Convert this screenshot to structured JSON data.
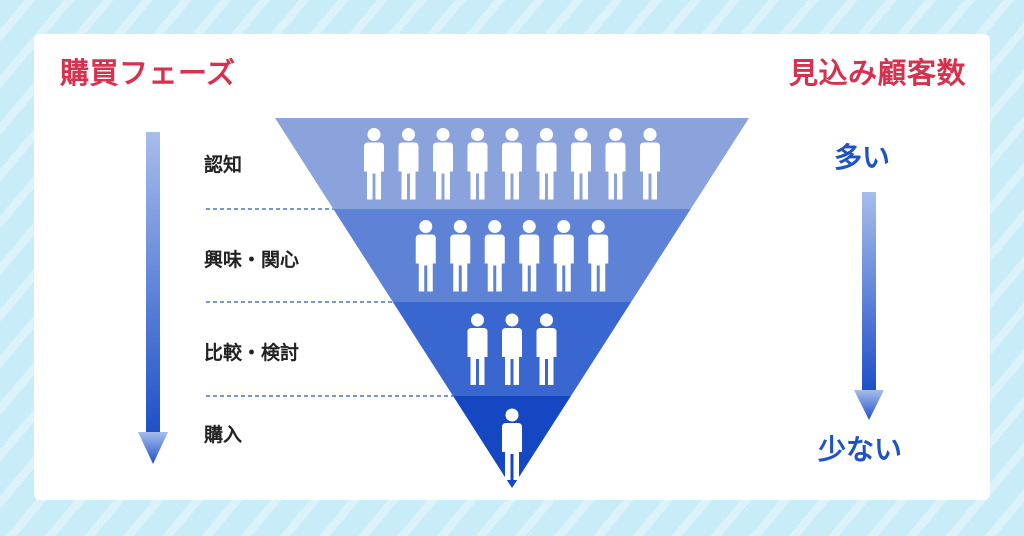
{
  "header": {
    "left_title": "購買フェーズ",
    "right_title": "見込み顧客数"
  },
  "stages": [
    {
      "label": "認知",
      "people": 9,
      "color": "#8ba3dc"
    },
    {
      "label": "興味・関心",
      "people": 6,
      "color": "#5e82d6"
    },
    {
      "label": "比較・検討",
      "people": 3,
      "color": "#3966cf"
    },
    {
      "label": "購入",
      "people": 1,
      "color": "#1547c2"
    }
  ],
  "right_scale": {
    "top_label": "多い",
    "bottom_label": "少ない"
  },
  "colors": {
    "title_red": "#d6314e",
    "accent_blue": "#1f52c6",
    "arrow_top": "#a7bdeb",
    "arrow_bottom": "#1d4fc8",
    "divider": "#2b55b5",
    "person": "#ffffff"
  },
  "icons": [
    "person-icon",
    "down-arrow-icon"
  ]
}
